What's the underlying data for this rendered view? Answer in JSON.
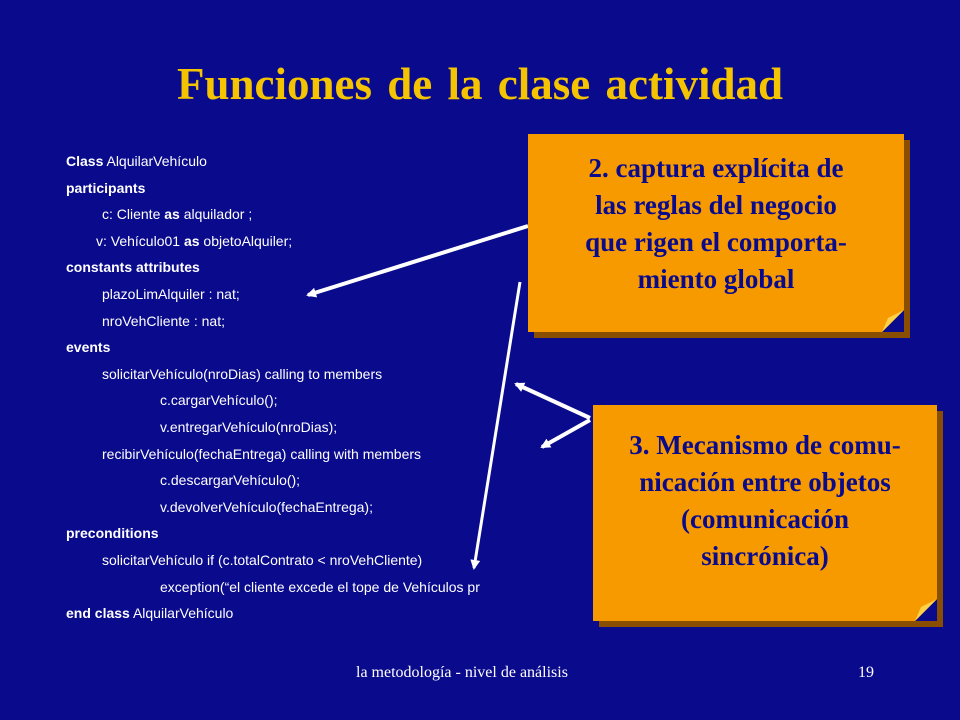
{
  "slide": {
    "title": "Funciones de la clase actividad",
    "footer_text": "la metodología - nivel de análisis",
    "page_number": "19"
  },
  "code": {
    "lines": [
      {
        "kw": "Class",
        "rest": " AlquilarVehículo"
      },
      {
        "kw": "participants",
        "rest": ""
      },
      {
        "pre": "c: Cliente ",
        "kw": "as",
        "rest": " alquilador ;"
      },
      {
        "pre": "v: Vehículo01 ",
        "kw": "as",
        "rest": " objetoAlquiler;"
      },
      {
        "kw": "constants attributes",
        "rest": ""
      },
      {
        "rest": "plazoLimAlquiler : nat;"
      },
      {
        "rest": "nroVehCliente : nat;"
      },
      {
        "kw": "events",
        "rest": ""
      },
      {
        "rest": "solicitarVehículo(nroDias) calling to members"
      },
      {
        "rest": "c.cargarVehículo();"
      },
      {
        "rest": "v.entregarVehículo(nroDias);"
      },
      {
        "rest": "recibirVehículo(fechaEntrega) calling with members"
      },
      {
        "rest": "c.descargarVehículo();"
      },
      {
        "rest": "v.devolverVehículo(fechaEntrega);"
      },
      {
        "kw": "preconditions",
        "rest": ""
      },
      {
        "rest": "solicitarVehículo if (c.totalContrato < nroVehCliente)"
      },
      {
        "rest": "exception(“el cliente excede el tope de Vehículos pr"
      },
      {
        "kw": "end class",
        "rest": " AlquilarVehículo"
      }
    ]
  },
  "notes": {
    "note1": [
      "2. captura explícita de",
      "las reglas del negocio",
      "que rigen el comporta-",
      "miento global"
    ],
    "note2": [
      "3. Mecanismo de comu-",
      "nicación entre objetos",
      "(comunicación",
      "sincrónica)"
    ]
  },
  "colors": {
    "background": "#0a0a8c",
    "title": "#f5c400",
    "note": "#f79a00",
    "note_text": "#0a0a8c",
    "code_text": "#ffffff"
  }
}
